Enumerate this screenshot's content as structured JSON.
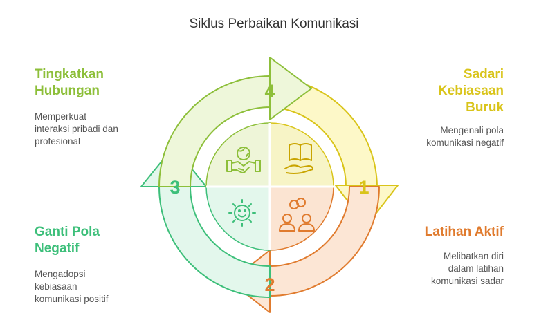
{
  "title": "Siklus Perbaikan Komunikasi",
  "steps": [
    {
      "number": "1",
      "title_lines": [
        "Sadari",
        "Kebiasaan",
        "Buruk"
      ],
      "desc_lines": [
        "Mengenali pola",
        "komunikasi negatif"
      ],
      "color": "#D9C41A"
    },
    {
      "number": "2",
      "title_lines": [
        "Latihan Aktif"
      ],
      "desc_lines": [
        "Melibatkan diri",
        "dalam latihan",
        "komunikasi sadar"
      ],
      "color": "#E07B2E"
    },
    {
      "number": "3",
      "title_lines": [
        "Ganti Pola",
        "Negatif"
      ],
      "desc_lines": [
        "Mengadopsi",
        "kebiasaan",
        "komunikasi positif"
      ],
      "color": "#3DBF7A"
    },
    {
      "number": "4",
      "title_lines": [
        "Tingkatkan",
        "Hubungan"
      ],
      "desc_lines": [
        "Memperkuat",
        "interaksi pribadi dan",
        "profesional"
      ],
      "color": "#8DBF3A"
    }
  ],
  "icons": [
    "book-hand-icon",
    "people-rings-icon",
    "smiling-sun-icon",
    "handshake-globe-icon"
  ]
}
